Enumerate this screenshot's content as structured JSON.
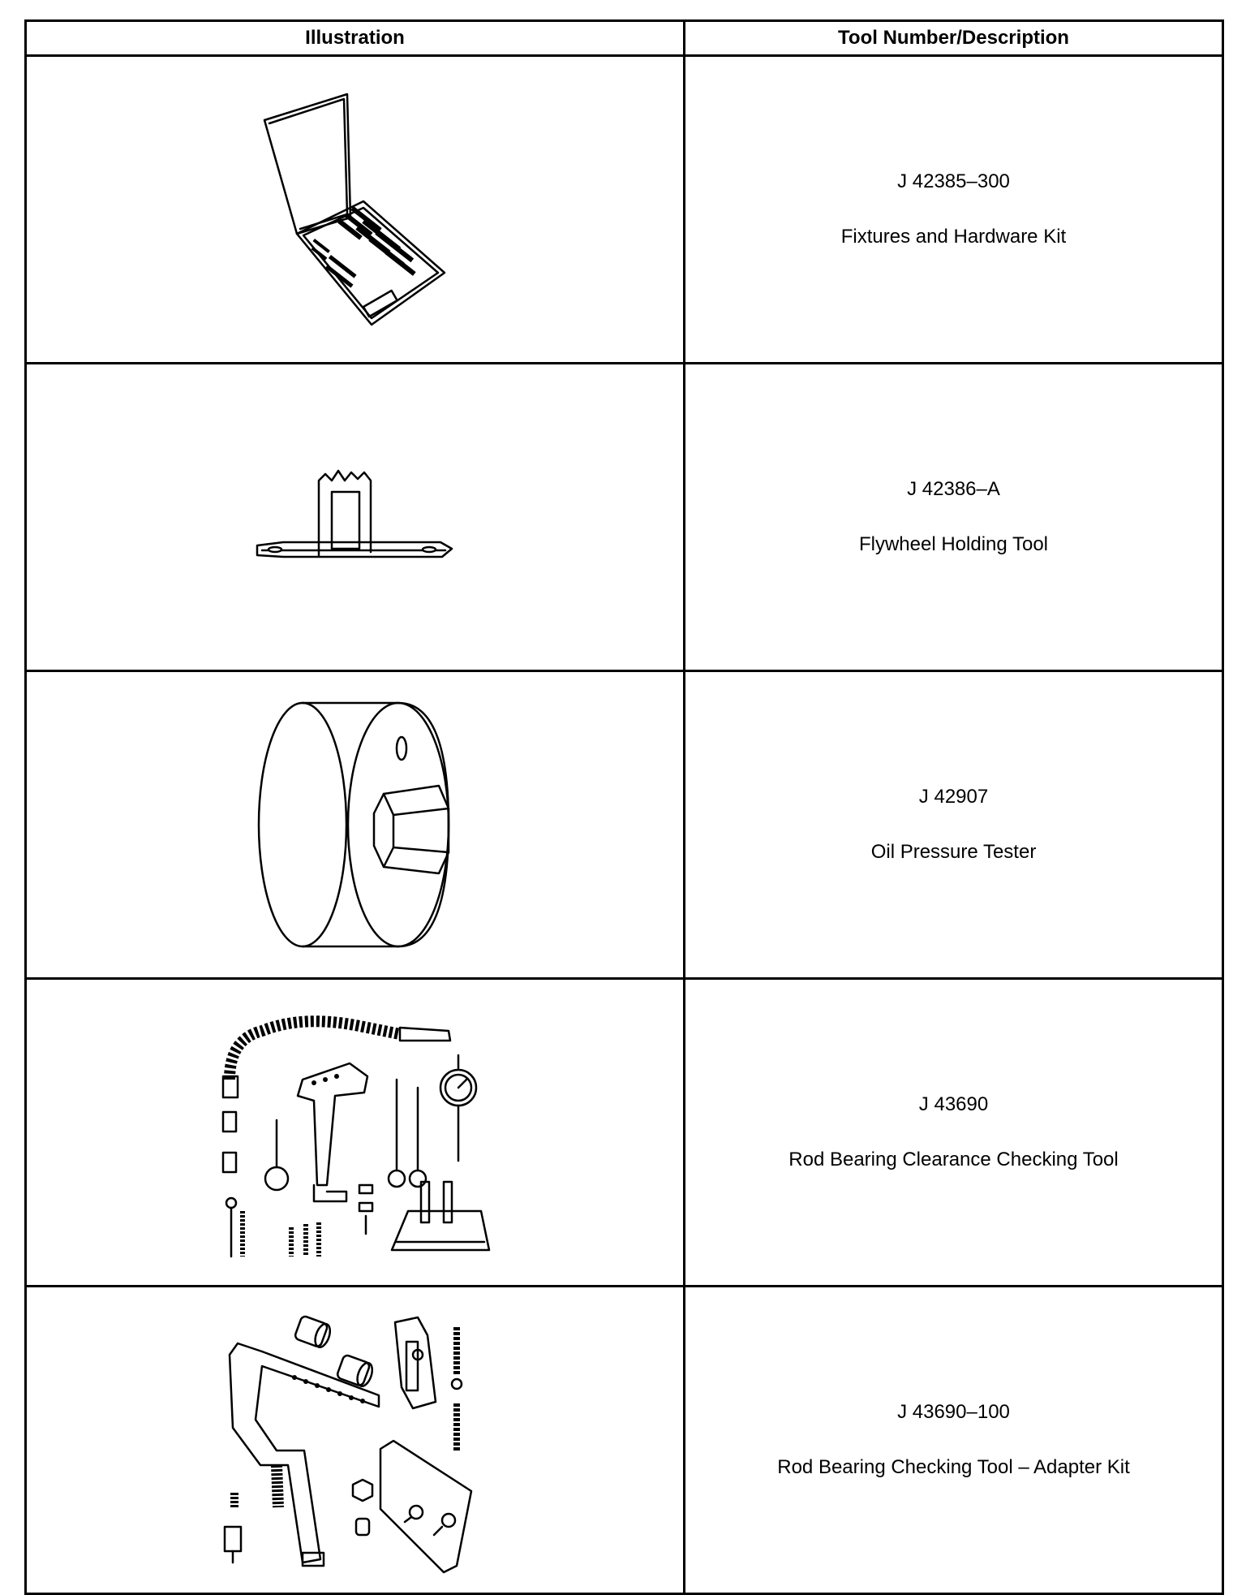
{
  "table": {
    "headers": {
      "illustration": "Illustration",
      "tool": "Tool Number/Description"
    },
    "rows": [
      {
        "number": "J 42385–300",
        "description": "Fixtures and Hardware Kit",
        "icon": "hardware-kit-case-icon"
      },
      {
        "number": "J 42386–A",
        "description": "Flywheel Holding Tool",
        "icon": "flywheel-holding-tool-icon"
      },
      {
        "number": "J 42907",
        "description": "Oil Pressure Tester",
        "icon": "oil-pressure-tester-icon"
      },
      {
        "number": "J 43690",
        "description": "Rod Bearing Clearance Checking Tool",
        "icon": "rod-bearing-checking-tool-icon"
      },
      {
        "number": "J 43690–100",
        "description": "Rod Bearing Checking Tool – Adapter Kit",
        "icon": "adapter-kit-icon"
      }
    ]
  },
  "colors": {
    "border": "#000000",
    "background": "#ffffff"
  }
}
